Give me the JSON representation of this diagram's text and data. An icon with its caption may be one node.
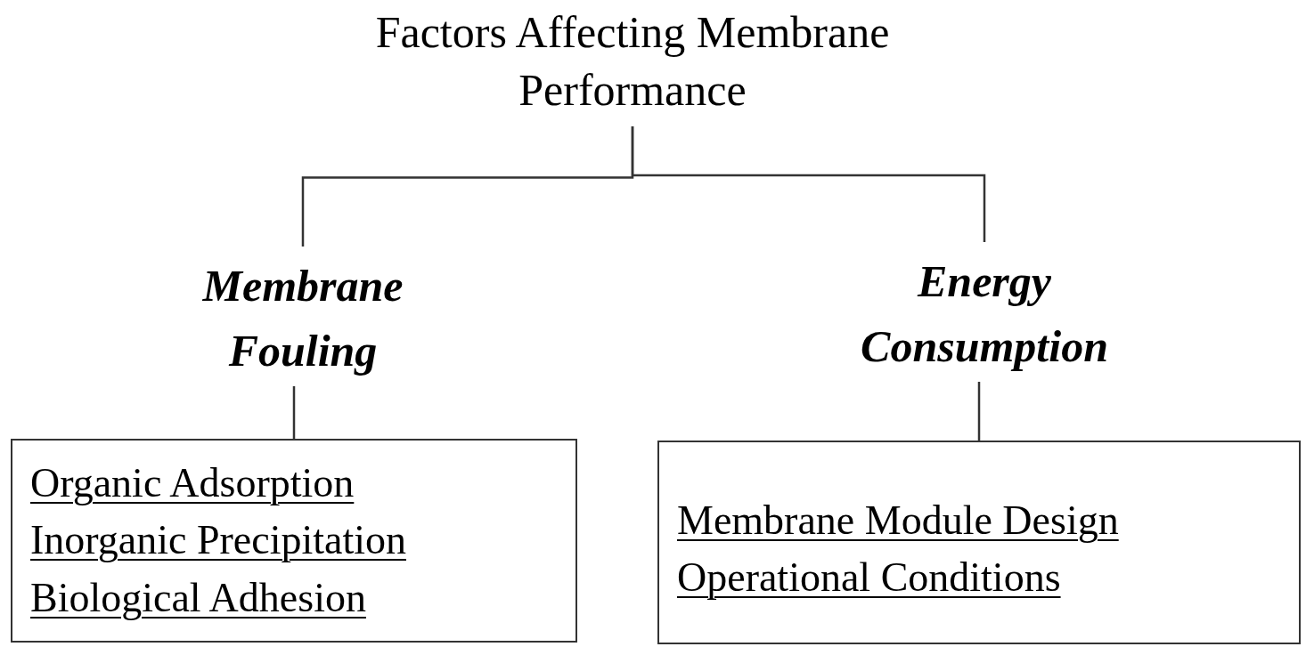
{
  "diagram": {
    "nodes": [
      {
        "text": [
          "Factors Affecting Membrane Performance"
        ]
      },
      {
        "text": [
          "Membrane Fouling"
        ]
      },
      {
        "text": [
          "Energy Consumption"
        ]
      },
      {
        "text": [
          "Organic Adsorption",
          "Inorganic Precipitation",
          "Biological Adhesion"
        ]
      },
      {
        "text": [
          "Membrane Module Design",
          "Operational Conditions"
        ]
      }
    ],
    "edges": [
      {
        "from": 0,
        "to": 1,
        "arrow": "none"
      },
      {
        "from": 0,
        "to": 2,
        "arrow": "none"
      },
      {
        "from": 1,
        "to": 3,
        "arrow": "none"
      },
      {
        "from": 2,
        "to": 4,
        "arrow": "none"
      }
    ]
  }
}
